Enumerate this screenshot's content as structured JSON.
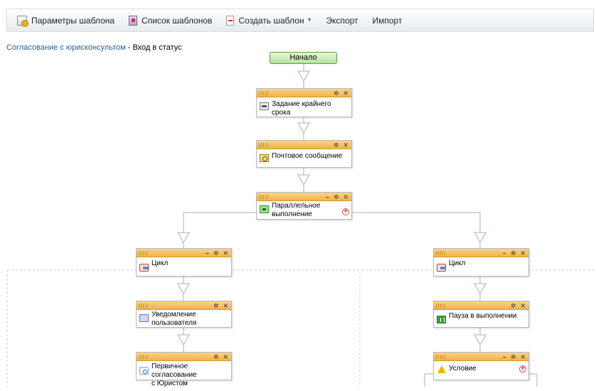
{
  "toolbar": {
    "items": [
      {
        "label": "Параметры шаблона",
        "icon": "template-settings-icon"
      },
      {
        "label": "Список шаблонов",
        "icon": "template-list-icon"
      },
      {
        "label": "Создать шаблон",
        "icon": "create-template-icon",
        "has_dropdown": true
      },
      {
        "label": "Экспорт"
      },
      {
        "label": "Импорт"
      }
    ]
  },
  "breadcrumb": {
    "link": "Согласование с юрисконсультом",
    "separator": " - ",
    "current": "Вход в статус"
  },
  "flow": {
    "start": "Начало",
    "nodes": {
      "deadline": "Задание крайнего срока",
      "mail": "Почтовое сообщение",
      "parallel_1": "Параллельное",
      "parallel_2": "выполнение",
      "loop_left": "Цикл",
      "notify_1": "Уведомление",
      "notify_2": "пользователя",
      "approve_1": "Первичное согласование",
      "approve_2": "с Юристом",
      "loop_right": "Цикл",
      "pause": "Пауза в выполнении",
      "condition": "Условие"
    },
    "controls": {
      "minimize": "–",
      "settings": "✲",
      "close": "✕",
      "add": "+"
    }
  },
  "colors": {
    "node_header": "#edb44d",
    "start_fill": "#b9e09f",
    "link": "#2a5f95",
    "connector": "#a9b2bc"
  }
}
